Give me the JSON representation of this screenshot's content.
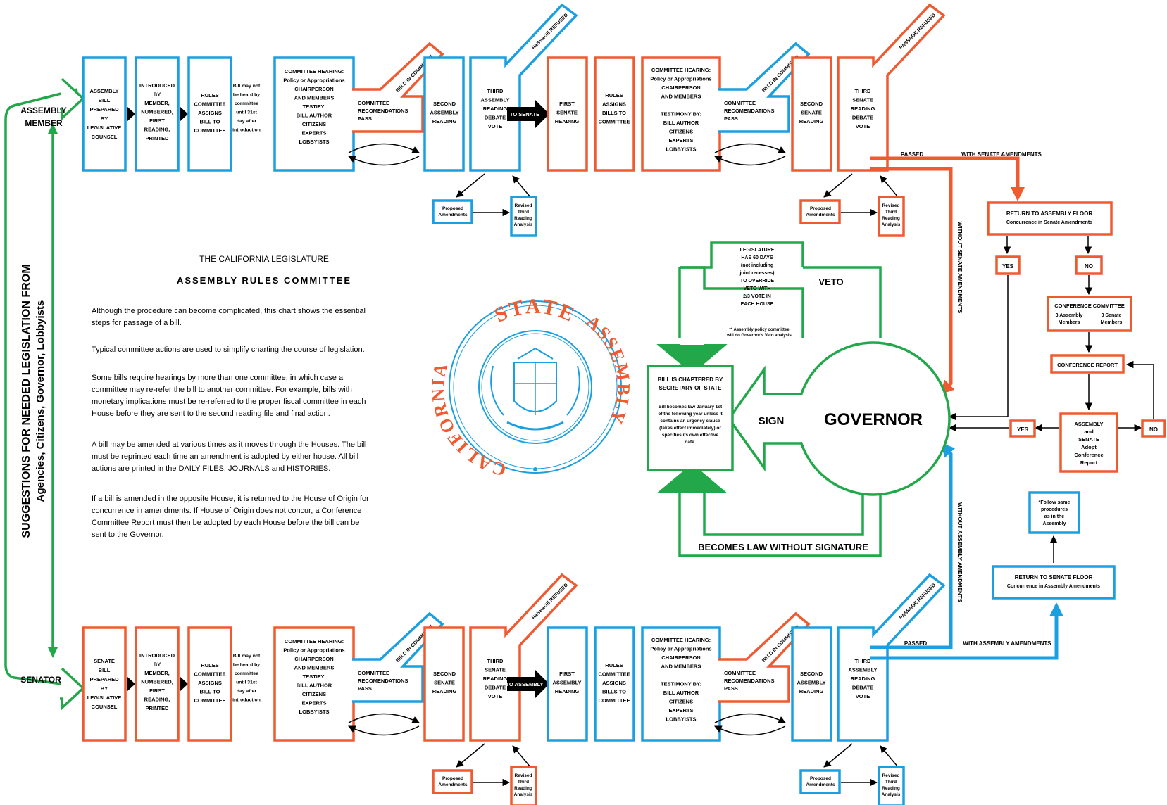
{
  "colors": {
    "assembly_blue": "#1a9fe0",
    "senate_red": "#f05a30",
    "governor_green": "#22a84a",
    "seal_orange": "#f05a30"
  },
  "side_label": {
    "line1": "SUGGESTIONS FOR NEEDED LEGISLATION FROM",
    "line2": "Agencies, Citizens, Governor, Lobbyists"
  },
  "origin": {
    "assembly": [
      "ASSEMBLY",
      "MEMBER"
    ],
    "senate": "SENATOR"
  },
  "top_row": {
    "prepared": [
      "ASSEMBLY",
      "BILL",
      "PREPARED",
      "BY",
      "LEGISLATIVE",
      "COUNSEL"
    ],
    "introduced": [
      "INTRODUCED",
      "BY",
      "MEMBER,",
      "NUMBERED,",
      "FIRST",
      "READING,",
      "PRINTED"
    ],
    "rules": [
      "RULES",
      "COMMITTEE",
      "ASSIGNS",
      "BILL TO",
      "COMMITTEE"
    ],
    "wait_note": [
      "Bill may not",
      "be heard by",
      "committee",
      "until 31st",
      "day after",
      "introduction"
    ],
    "hearing": [
      "COMMITTEE HEARING:",
      "Policy or Appropriations",
      "CHAIRPERSON",
      "AND MEMBERS",
      "TESTIFY:",
      "BILL AUTHOR",
      "CITIZENS",
      "EXPERTS",
      "LOBBYISTS"
    ],
    "held": "HELD IN COMMITTEE",
    "recommend": [
      "COMMITTEE",
      "RECOMENDATIONS",
      "PASS"
    ],
    "second": [
      "SECOND",
      "ASSEMBLY",
      "READING"
    ],
    "third": [
      "THIRD",
      "ASSEMBLY",
      "READING",
      "DEBATE",
      "VOTE"
    ],
    "refused": "PASSAGE REFUSED",
    "to_other": "TO SENATE",
    "proposed": [
      "Proposed",
      "Amendments"
    ],
    "revised": [
      "Revised",
      "Third",
      "Reading",
      "Analysis"
    ],
    "first_other": [
      "FIRST",
      "SENATE",
      "READING"
    ],
    "rules_other": [
      "RULES",
      "ASSIGNS",
      "BILLS TO",
      "COMMITTEE"
    ],
    "hearing_other": [
      "COMMITTEE HEARING:",
      "Policy or Appropriations",
      "CHAIRPERSON",
      "AND MEMBERS",
      "",
      "TESTIMONY BY:",
      "BILL AUTHOR",
      "CITIZENS",
      "EXPERTS",
      "LOBBYISTS"
    ],
    "second_other": [
      "SECOND",
      "SENATE",
      "READING"
    ],
    "third_other": [
      "THIRD",
      "SENATE",
      "READING",
      "DEBATE",
      "VOTE"
    ],
    "passed": "PASSED",
    "with_amend": "WITH SENATE AMENDMENTS",
    "without_amend": "WITHOUT SENATE AMENDMENTS"
  },
  "bottom_row": {
    "prepared": [
      "SENATE",
      "BILL",
      "PREPARED",
      "BY",
      "LEGISLATIVE",
      "COUNSEL"
    ],
    "introduced": [
      "INTRODUCED",
      "BY",
      "MEMBER,",
      "NUMBERED,",
      "FIRST",
      "READING,",
      "PRINTED"
    ],
    "rules": [
      "RULES",
      "COMMITTEE",
      "ASSIGNS",
      "BILL TO",
      "COMMITTEE"
    ],
    "wait_note": [
      "Bill may not",
      "be heard by",
      "committee",
      "until 31st",
      "day after",
      "introduction"
    ],
    "hearing": [
      "COMMITTEE HEARING:",
      "Policy or Appropriations",
      "CHAIRPERSON",
      "AND MEMBERS",
      "TESTIFY:",
      "BILL AUTHOR",
      "CITIZENS",
      "EXPERTS",
      "LOBBYISTS"
    ],
    "held": "HELD IN COMMITTEE",
    "recommend": [
      "COMMITTEE",
      "RECOMENDATIONS",
      "PASS"
    ],
    "second": [
      "SECOND",
      "SENATE",
      "READING"
    ],
    "third": [
      "THIRD",
      "SENATE",
      "READING",
      "DEBATE",
      "VOTE"
    ],
    "refused": "PASSAGE REFUSED",
    "to_other": "TO ASSEMBLY",
    "proposed": [
      "Proposed",
      "Amendments"
    ],
    "revised": [
      "Revised",
      "Third",
      "Reading",
      "Analysis"
    ],
    "first_other": [
      "FIRST",
      "ASSEMBLY",
      "READING"
    ],
    "rules_other": [
      "RULES",
      "COMMITTEE",
      "ASSIGNS",
      "BILLS TO",
      "COMMITTEE"
    ],
    "hearing_other": [
      "COMMITTEE HEARING:",
      "Policy or Appropriations",
      "CHAIRPERSON",
      "AND MEMBERS",
      "",
      "TESTIMONY BY:",
      "BILL AUTHOR",
      "CITIZENS",
      "EXPERTS",
      "LOBBYISTS"
    ],
    "second_other": [
      "SECOND",
      "ASSEMBLY",
      "READING"
    ],
    "third_other": [
      "THIRD",
      "ASSEMBLY",
      "READING",
      "DEBATE",
      "VOTE"
    ],
    "passed": "PASSED",
    "with_amend": "WITH ASSEMBLY AMENDMENTS",
    "without_amend": "WITHOUT ASSEMBLY AMENDMENTS"
  },
  "right_top": {
    "return_floor": [
      "RETURN TO ASSEMBLY FLOOR",
      "Concurrence in Senate Amendments"
    ],
    "yes": "YES",
    "no": "NO",
    "conference": [
      "CONFERENCE COMMITTEE",
      "3 Assembly",
      "Members",
      "3 Senate",
      "Members"
    ],
    "conference_report": "CONFERENCE REPORT",
    "adopt": [
      "ASSEMBLY",
      "and",
      "SENATE",
      "Adopt",
      "Conference",
      "Report"
    ],
    "yes2": "YES",
    "no2": "NO"
  },
  "right_bottom": {
    "follow": [
      "*Follow same",
      "procedures",
      "as in the",
      "Assembly"
    ],
    "return_floor": [
      "RETURN TO SENATE FLOOR",
      "Concurrence in Assembly Amendments"
    ]
  },
  "governor": {
    "label": "GOVERNOR",
    "sign": "SIGN",
    "veto": "VETO",
    "override": [
      "LEGISLATURE",
      "HAS 60 DAYS",
      "(not including",
      "joint recesses)",
      "TO OVERRIDE",
      "VETO WITH",
      "2/3 VOTE IN",
      "EACH HOUSE"
    ],
    "override_note": [
      "** Assembly policy committee",
      "will do Governor's Veto analysis"
    ],
    "chaptered_title": [
      "BILL IS CHAPTERED BY",
      "SECRETARY OF STATE"
    ],
    "chaptered_body": [
      "Bill becomes law January 1st",
      "of the following year unless it",
      "contains an urgency clause",
      "(takes effect immediately) or",
      "specifies its own effective",
      "date."
    ],
    "without_signature": "BECOMES LAW WITHOUT SIGNATURE"
  },
  "intro": {
    "heading": "THE CALIFORNIA LEGISLATURE",
    "subheading": "ASSEMBLY RULES COMMITTEE",
    "paragraphs": [
      [
        "Although the procedure can become complicated, this chart shows the essential",
        "steps for passage of a bill."
      ],
      [
        "Typical committee actions are used to simplify charting the course of legislation."
      ],
      [
        "Some bills require hearings by more than one committee, in which case a",
        "committee may re-refer the bill to another committee.  For example, bills with",
        "monetary implications must be re-referred to the proper fiscal committee in each",
        "House before they are sent to the second reading file and final action."
      ],
      [
        "A bill may be amended at various times as it moves through the Houses.  The bill",
        "must be reprinted each time an amendment is adopted by either house.  All bill",
        "actions are printed in the DAILY FILES, JOURNALS and HISTORIES."
      ],
      [
        "If a bill is amended in the opposite House, it is returned to the House of Origin for",
        "concurrence in amendments.  If House of Origin does not concur, a Conference",
        "Committee Report must then be adopted by each House before the bill can be",
        "sent to the Governor."
      ]
    ]
  },
  "seal": {
    "top": "STATE",
    "right": "ASSEMBLY",
    "left": "CALIFORNIA"
  }
}
